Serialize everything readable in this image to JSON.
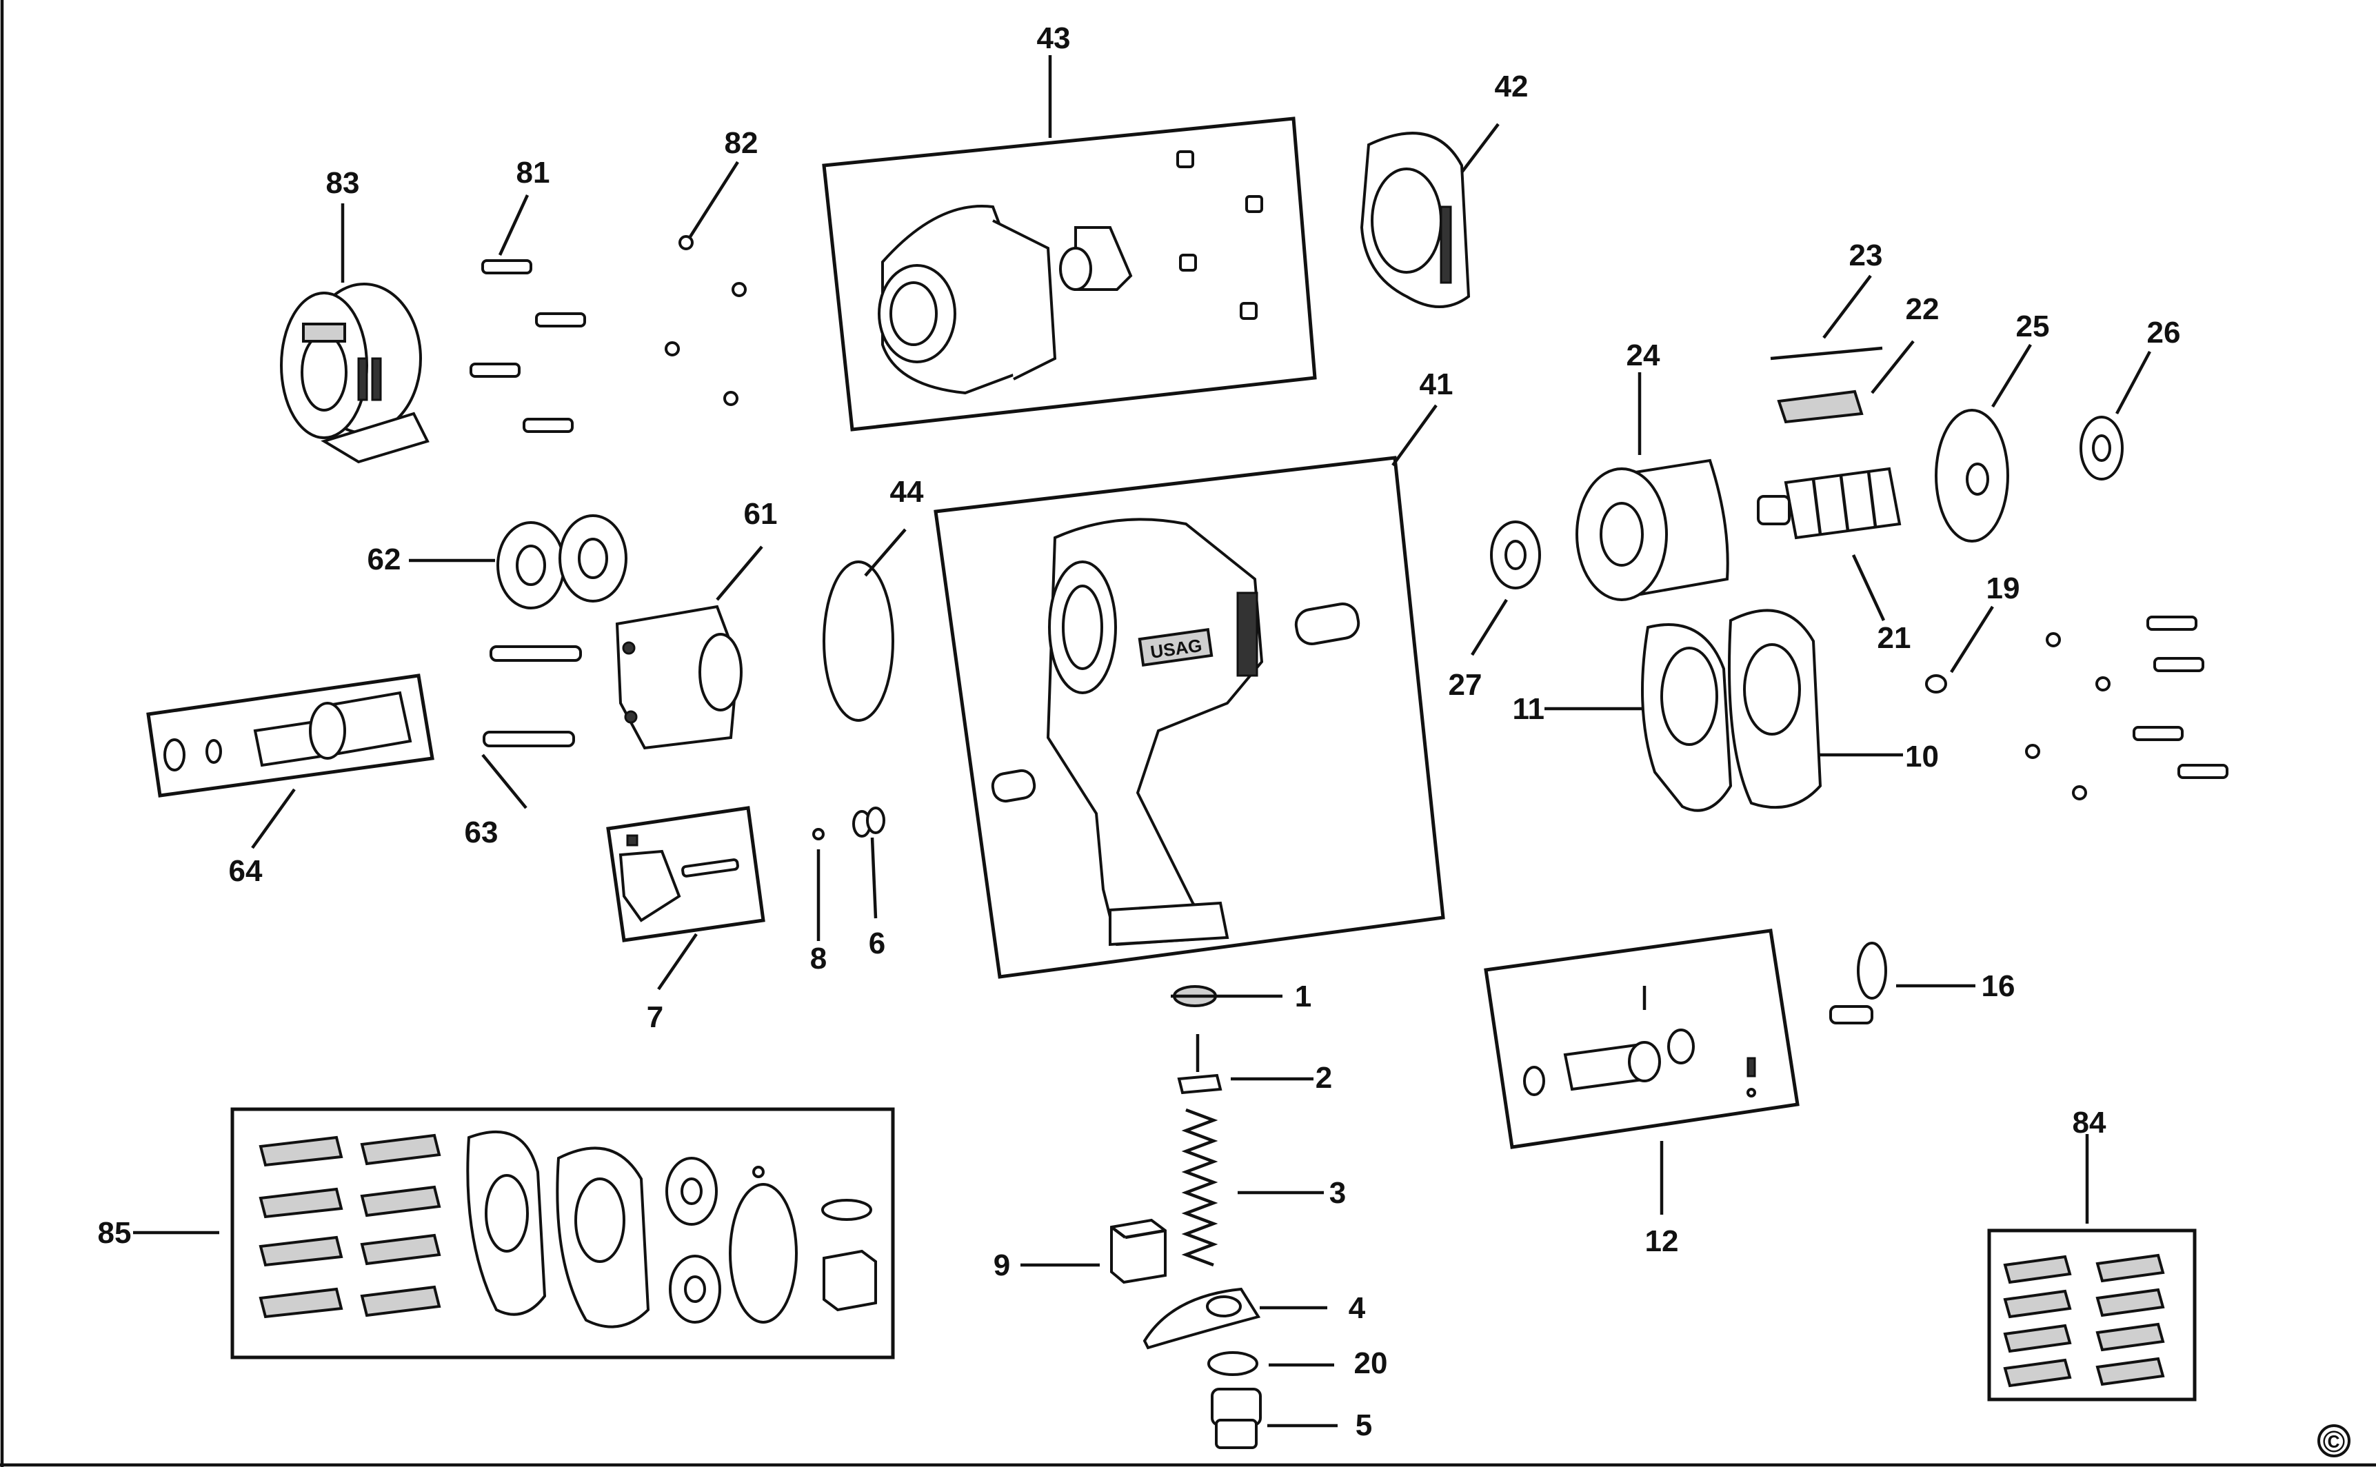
{
  "callouts": {
    "c1": "1",
    "c2": "2",
    "c3": "3",
    "c4": "4",
    "c5": "5",
    "c6": "6",
    "c7": "7",
    "c8": "8",
    "c9": "9",
    "c10": "10",
    "c11": "11",
    "c12": "12",
    "c16": "16",
    "c19": "19",
    "c20": "20",
    "c21": "21",
    "c22": "22",
    "c23": "23",
    "c24": "24",
    "c25": "25",
    "c26": "26",
    "c27": "27",
    "c41": "41",
    "c42": "42",
    "c43": "43",
    "c44": "44",
    "c61": "61",
    "c62": "62",
    "c63": "63",
    "c64": "64",
    "c81": "81",
    "c82": "82",
    "c83": "83",
    "c84": "84",
    "c85": "85"
  },
  "housing_logo": "USAG",
  "copyright_symbol": "©"
}
